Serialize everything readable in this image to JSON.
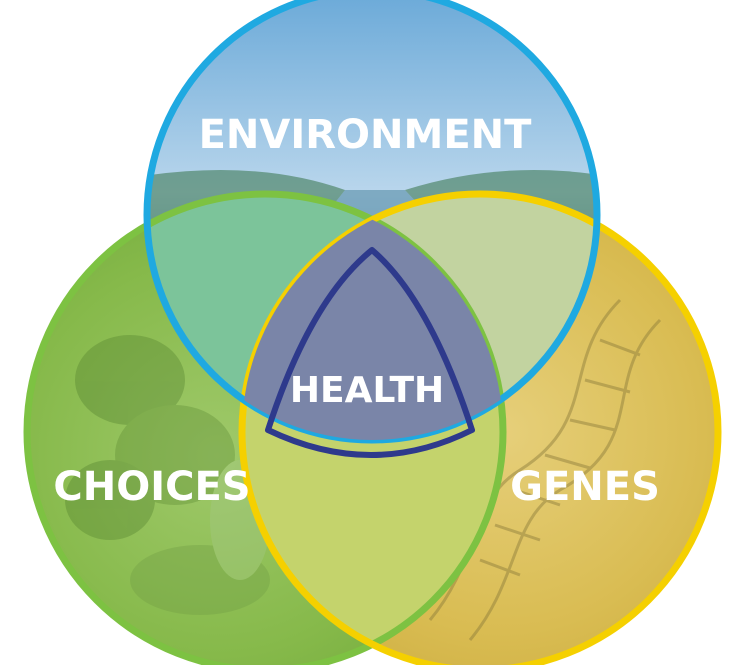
{
  "diagram": {
    "circles": [
      {
        "id": "environment",
        "label": "ENVIRONMENT"
      },
      {
        "id": "choices",
        "label": "CHOICES"
      },
      {
        "id": "genes",
        "label": "GENES"
      }
    ],
    "center": {
      "label": "HEALTH"
    }
  },
  "colors": {
    "environment_border": "#1fa9e1",
    "choices_border": "#7dc242",
    "genes_border": "#f5d000",
    "center_fill": "#7a85a8",
    "center_border": "#2e3a8c"
  }
}
